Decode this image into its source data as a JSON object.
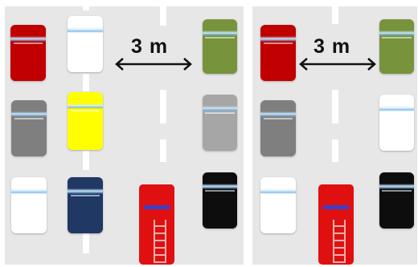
{
  "colors": {
    "road": "#e7e7e7",
    "lane_marking": "#ffffff",
    "dark_red": "#c00000",
    "white": "#ffffff",
    "olive_green": "#77933c",
    "gray": "#7f7f7f",
    "light_gray": "#a6a6a6",
    "yellow": "#ffff00",
    "navy": "#1f3864",
    "black": "#0d0d0d",
    "fire_red": "#e01010"
  },
  "left_panel": {
    "spacing_label": "3 m",
    "vehicles": [
      {
        "icon": "car-icon",
        "color": "dark_red"
      },
      {
        "icon": "car-icon",
        "color": "white"
      },
      {
        "icon": "car-icon",
        "color": "olive_green"
      },
      {
        "icon": "car-icon",
        "color": "gray"
      },
      {
        "icon": "car-icon",
        "color": "yellow"
      },
      {
        "icon": "car-icon",
        "color": "light_gray"
      },
      {
        "icon": "car-icon",
        "color": "white"
      },
      {
        "icon": "car-icon",
        "color": "navy"
      },
      {
        "icon": "fire-truck-icon",
        "color": "fire_red"
      },
      {
        "icon": "car-icon",
        "color": "black"
      }
    ]
  },
  "right_panel": {
    "spacing_label": "3 m",
    "vehicles": [
      {
        "icon": "car-icon",
        "color": "dark_red"
      },
      {
        "icon": "car-icon",
        "color": "olive_green"
      },
      {
        "icon": "car-icon",
        "color": "gray"
      },
      {
        "icon": "car-icon",
        "color": "white"
      },
      {
        "icon": "car-icon",
        "color": "white"
      },
      {
        "icon": "fire-truck-icon",
        "color": "fire_red"
      },
      {
        "icon": "car-icon",
        "color": "black"
      }
    ]
  }
}
